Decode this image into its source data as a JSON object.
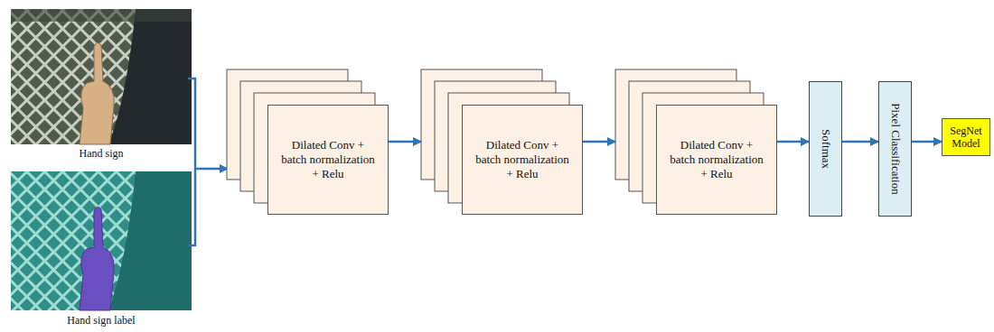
{
  "diagram": {
    "nodes": [
      {
        "text": [
          "Dilated Conv + batch normalization + Relu"
        ]
      },
      {
        "text": [
          "Dilated Conv + batch normalization + Relu"
        ]
      },
      {
        "text": [
          "Dilated Conv + batch normalization + Relu"
        ]
      },
      {
        "text": [
          "Softmax"
        ]
      },
      {
        "text": [
          "Pixel Classification"
        ]
      },
      {
        "text": [
          "SegNet Model"
        ]
      }
    ],
    "edges": [
      {
        "from": 0,
        "to": 1,
        "arrow": "to"
      },
      {
        "from": 1,
        "to": 2,
        "arrow": "to"
      },
      {
        "from": 2,
        "to": 3,
        "arrow": "to"
      },
      {
        "from": 3,
        "to": 4,
        "arrow": "to"
      },
      {
        "from": 4,
        "to": 5,
        "arrow": "to"
      }
    ],
    "labels": [
      "Hand sign",
      "Hand sign label"
    ]
  }
}
